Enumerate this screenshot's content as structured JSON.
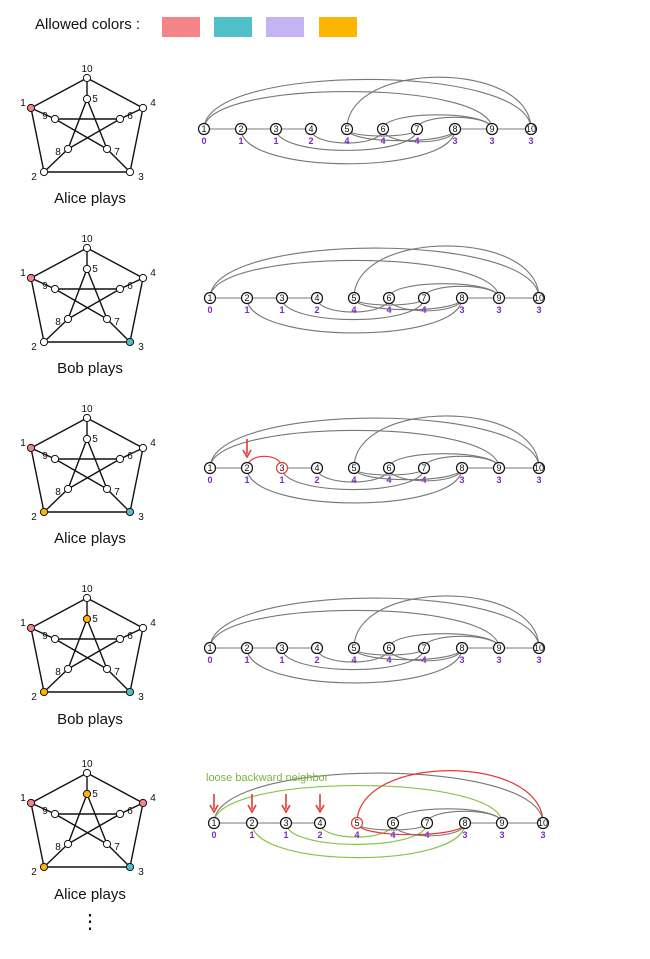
{
  "header": {
    "label": "Allowed colors :",
    "swatches": [
      {
        "name": "pink",
        "color": "#F58489"
      },
      {
        "name": "teal",
        "color": "#4EC1C8"
      },
      {
        "name": "lavender",
        "color": "#C5B3F3"
      },
      {
        "name": "orange",
        "color": "#FDB600"
      }
    ]
  },
  "node_ids": [
    "1",
    "2",
    "3",
    "4",
    "5",
    "6",
    "7",
    "8",
    "9",
    "10"
  ],
  "petersen_edges": [
    [
      1,
      2
    ],
    [
      2,
      3
    ],
    [
      3,
      4
    ],
    [
      4,
      10
    ],
    [
      10,
      1
    ],
    [
      1,
      9
    ],
    [
      2,
      8
    ],
    [
      3,
      7
    ],
    [
      4,
      6
    ],
    [
      10,
      5
    ],
    [
      9,
      6
    ],
    [
      6,
      8
    ],
    [
      8,
      5
    ],
    [
      5,
      7
    ],
    [
      7,
      9
    ]
  ],
  "ordering_edges": [
    [
      1,
      2
    ],
    [
      2,
      3
    ],
    [
      3,
      4
    ],
    [
      1,
      10
    ],
    [
      1,
      9
    ],
    [
      2,
      8
    ],
    [
      3,
      7
    ],
    [
      4,
      6
    ],
    [
      10,
      5
    ],
    [
      5,
      8
    ],
    [
      5,
      7
    ],
    [
      6,
      8
    ],
    [
      6,
      9
    ],
    [
      7,
      9
    ],
    [
      8,
      9
    ],
    [
      9,
      10
    ]
  ],
  "panels": [
    {
      "caption": "Alice plays",
      "colors": {
        "1": "#F58489"
      },
      "order_labels": [
        "0",
        "1",
        "1",
        "2",
        "4",
        "4",
        "4",
        "3",
        "3",
        "3"
      ],
      "arrows": [],
      "highlight_nodes": [],
      "red_edges": [],
      "green_edges": [],
      "annotation": ""
    },
    {
      "caption": "Bob plays",
      "colors": {
        "1": "#F58489",
        "3": "#4EC1C8"
      },
      "order_labels": [
        "0",
        "1",
        "1",
        "2",
        "4",
        "4",
        "4",
        "3",
        "3",
        "3"
      ],
      "arrows": [],
      "highlight_nodes": [],
      "red_edges": [],
      "green_edges": [],
      "annotation": ""
    },
    {
      "caption": "Alice plays",
      "colors": {
        "1": "#F58489",
        "3": "#4EC1C8",
        "2": "#FDB600"
      },
      "order_labels": [
        "0",
        "1",
        "1",
        "2",
        "4",
        "4",
        "4",
        "3",
        "3",
        "3"
      ],
      "arrows": [
        2
      ],
      "highlight_nodes": [
        3
      ],
      "red_edges": [
        [
          2,
          3
        ]
      ],
      "green_edges": [],
      "annotation": ""
    },
    {
      "caption": "Bob plays",
      "colors": {
        "1": "#F58489",
        "3": "#4EC1C8",
        "2": "#FDB600",
        "5": "#FDB600"
      },
      "order_labels": [
        "0",
        "1",
        "1",
        "2",
        "4",
        "4",
        "4",
        "3",
        "3",
        "3"
      ],
      "arrows": [],
      "highlight_nodes": [],
      "red_edges": [],
      "green_edges": [],
      "annotation": ""
    },
    {
      "caption": "Alice plays",
      "colors": {
        "1": "#F58489",
        "3": "#4EC1C8",
        "2": "#FDB600",
        "5": "#FDB600",
        "4": "#F58489"
      },
      "order_labels": [
        "0",
        "1",
        "1",
        "2",
        "4",
        "4",
        "4",
        "3",
        "3",
        "3"
      ],
      "arrows": [
        1,
        2,
        3,
        4
      ],
      "highlight_nodes": [
        5
      ],
      "red_edges": [
        [
          10,
          5
        ],
        [
          5,
          8
        ]
      ],
      "green_edges": [
        [
          1,
          9
        ],
        [
          2,
          8
        ],
        [
          3,
          7
        ],
        [
          4,
          6
        ]
      ],
      "annotation": "loose backward neighbor"
    }
  ],
  "ellipsis": "⋮"
}
